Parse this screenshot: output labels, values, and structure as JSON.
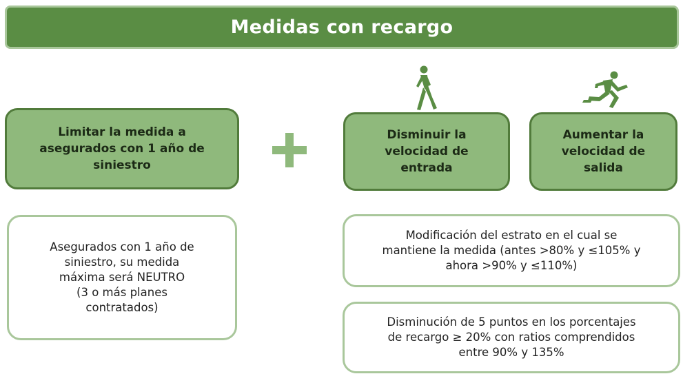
{
  "title": "Medidas con recargo",
  "boxes": {
    "limit": "Limitar la medida a\nasegurados con 1 año de\nsiniestro",
    "decrease_entry": "Disminuir la\nvelocidad de\nentrada",
    "increase_exit": "Aumentar la\nvelocidad de\nsalida",
    "insured_detail": "Asegurados con 1 año de\nsiniestro, su medida\nmáxima será NEUTRO\n(3 o más planes\ncontratados)",
    "stratum_detail": "Modificación del estrato en el cual se\nmantiene la medida (antes >80% y ≤105% y\nahora  >90% y ≤110%)",
    "points_detail": "Disminución de 5 puntos en los porcentajes\nde recargo ≥ 20% con ratios comprendidos\nentre 90% y 135%"
  },
  "icons": {
    "plus": "plus-icon",
    "walk": "walking-person-icon",
    "run": "running-person-icon"
  },
  "colors": {
    "title_bg": "#5a8d44",
    "box_fill": "#8fb97c",
    "box_border": "#517b3b",
    "light_border": "#a9c79b"
  }
}
